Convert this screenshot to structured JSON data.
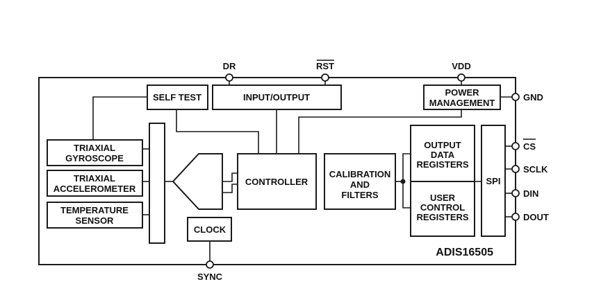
{
  "part_number": "ADIS16505",
  "blocks": {
    "self_test": "SELF TEST",
    "input_output": "INPUT/OUTPUT",
    "power_management": [
      "POWER",
      "MANAGEMENT"
    ],
    "triaxial_gyroscope": [
      "TRIAXIAL",
      "GYROSCOPE"
    ],
    "triaxial_accelerometer": [
      "TRIAXIAL",
      "ACCELEROMETER"
    ],
    "temperature_sensor": [
      "TEMPERATURE",
      "SENSOR"
    ],
    "controller": "CONTROLLER",
    "clock": "CLOCK",
    "calibration_filters": [
      "CALIBRATION",
      "AND",
      "FILTERS"
    ],
    "output_data_registers": [
      "OUTPUT",
      "DATA",
      "REGISTERS"
    ],
    "user_control_registers": [
      "USER",
      "CONTROL",
      "REGISTERS"
    ],
    "spi": "SPI"
  },
  "pins": {
    "dr": "DR",
    "rst": "RST",
    "vdd": "VDD",
    "gnd": "GND",
    "cs": "CS",
    "sclk": "SCLK",
    "din": "DIN",
    "dout": "DOUT",
    "sync": "SYNC"
  },
  "colors": {
    "line": "#1a1a1a",
    "text": "#111111",
    "background": "#ffffff"
  }
}
